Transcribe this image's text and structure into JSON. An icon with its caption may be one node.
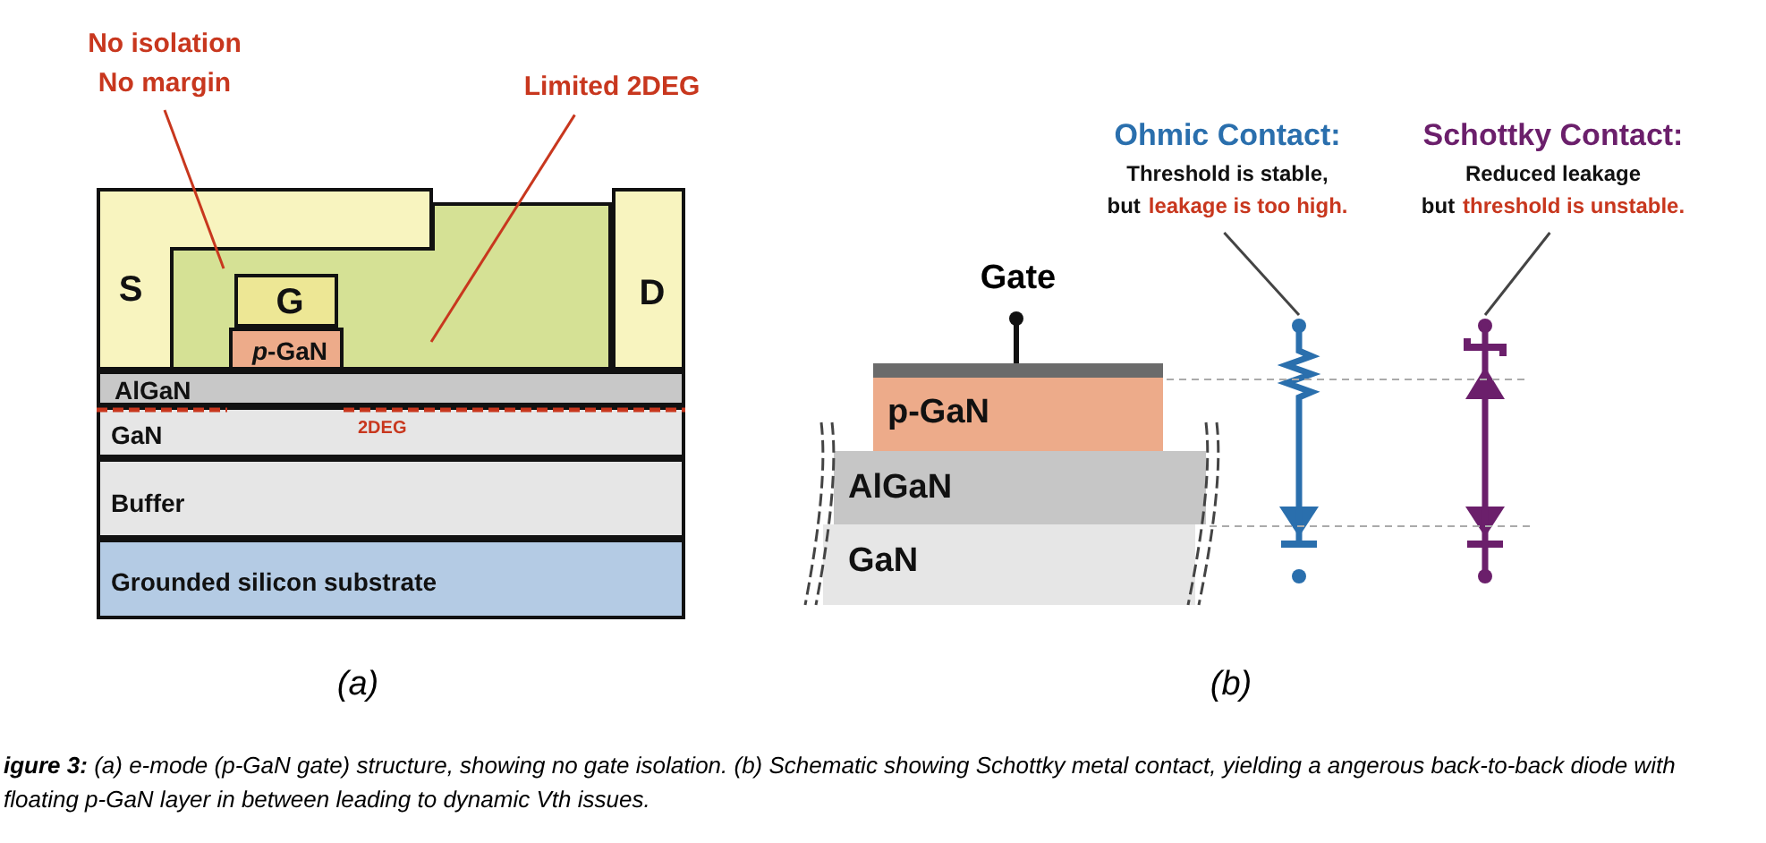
{
  "diagram": {
    "caption": "**igure 3:** (a) e-mode (p-GaN gate) structure, showing no gate isolation. (b) Schematic showing Schottky metal contact, yielding a angerous back-to-back diode with floating p-GaN layer in between leading to dynamic Vth issues.",
    "nodes": [
      {
        "text": [
          "No isolation No margin"
        ]
      },
      {
        "text": [
          "Limited 2DEG"
        ]
      },
      {
        "text": [],
        "shape": "box"
      },
      {
        "text": [
          "S"
        ]
      },
      {
        "text": [
          "G"
        ],
        "in": 2
      },
      {
        "text": [
          "*p*-GaN"
        ],
        "in": 2
      },
      {
        "text": [
          "D"
        ]
      },
      {
        "text": [
          "AlGaN"
        ]
      },
      {
        "text": [
          "GaN",
          "2DEG"
        ]
      },
      {
        "text": [
          "Buffer"
        ]
      },
      {
        "text": [
          "Grounded silicon substrate"
        ]
      },
      {
        "text": [
          "p-GaN"
        ]
      },
      {
        "text": [
          "AlGaN"
        ]
      },
      {
        "text": [
          "GaN"
        ]
      },
      {
        "text": [
          "Ohmic Contact:",
          "Threshold is stable,",
          "but",
          "leakage is too high."
        ]
      },
      {
        "text": [],
        "shape": "diode"
      },
      {
        "text": [
          "Schottky Contact:",
          "Reduced leakage",
          "but",
          "threshold is unstable."
        ]
      },
      {
        "text": [],
        "shape": "diode"
      }
    ],
    "edges": [
      {
        "from": 0,
        "to": 2,
        "arrow": "none",
        "color": "#c8371e"
      },
      {
        "from": 1,
        "to": 2,
        "arrow": "none",
        "color": "#c8371e"
      },
      {
        "from": 14,
        "to": 15,
        "arrow": "none",
        "color": "#444444"
      },
      {
        "from": 16,
        "to": 17,
        "arrow": "none",
        "color": "#444444"
      }
    ],
    "labels": [
      "Gate",
      "(a)",
      "(b)"
    ]
  }
}
